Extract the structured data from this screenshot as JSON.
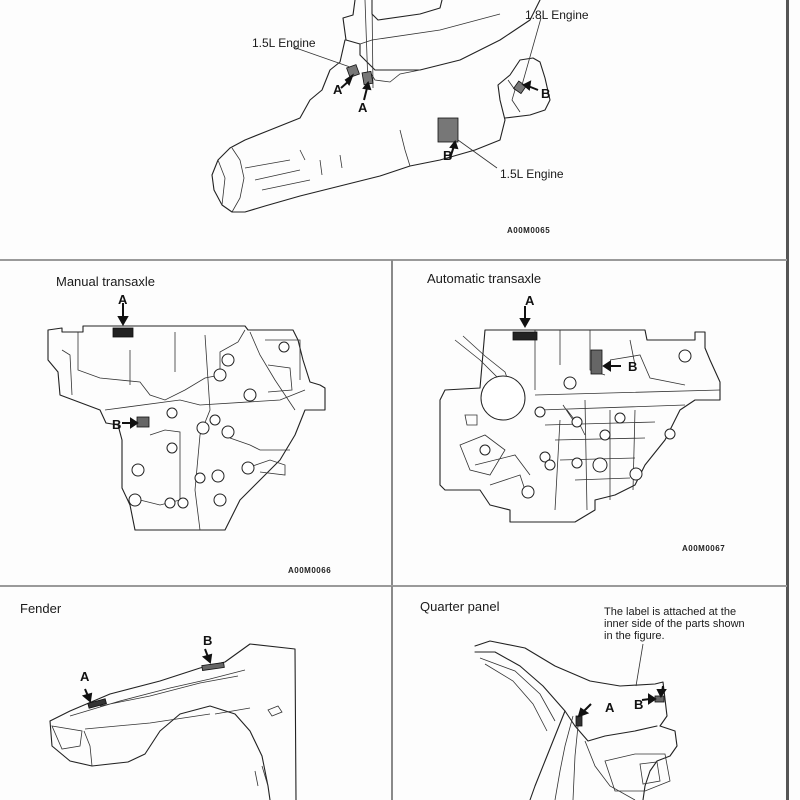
{
  "engine_figure": {
    "callouts": [
      {
        "text": "1.5L Engine",
        "position": "upper-left"
      },
      {
        "text": "1.8L Engine",
        "position": "upper-right"
      },
      {
        "text": "1.5L Engine",
        "position": "lower-right"
      }
    ],
    "markers": [
      "A",
      "A",
      "B",
      "B"
    ],
    "figure_code": "A00M0065"
  },
  "manual_transaxle": {
    "title": "Manual transaxle",
    "markers": [
      "A",
      "B"
    ],
    "figure_code": "A00M0066"
  },
  "automatic_transaxle": {
    "title": "Automatic transaxle",
    "markers": [
      "A",
      "B"
    ],
    "figure_code": "A00M0067"
  },
  "fender": {
    "title": "Fender",
    "markers": [
      "A",
      "B"
    ]
  },
  "quarter_panel": {
    "title": "Quarter panel",
    "note_lines": [
      "The label is attached at the",
      "inner side of the parts shown",
      "in the figure."
    ],
    "markers": [
      "A",
      "B"
    ]
  }
}
